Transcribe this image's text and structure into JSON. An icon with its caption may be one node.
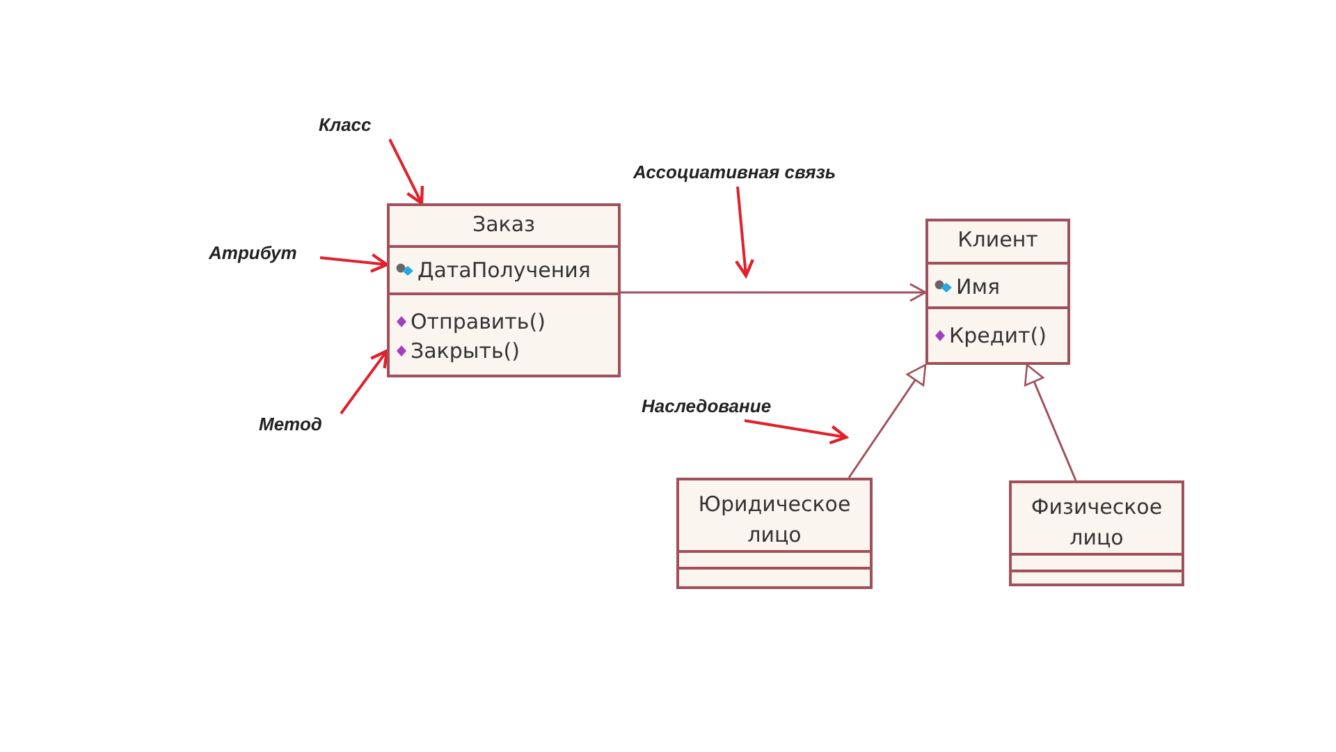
{
  "diagram": {
    "nodes": [
      {
        "text": [
          "Заказ"
        ]
      },
      {
        "text": [
          "ДатаПолучения"
        ],
        "in": 0
      },
      {
        "text": [
          "Отправить()",
          "Закрыть()"
        ],
        "in": 0
      },
      {
        "text": [
          "Клиент"
        ]
      },
      {
        "text": [
          "Имя"
        ],
        "in": 3
      },
      {
        "text": [
          "Кредит()"
        ],
        "in": 3
      },
      {
        "text": [
          "Юридическое лицо"
        ]
      },
      {
        "text": [
          "Физическое лицо"
        ]
      },
      {
        "text": [
          "Класс"
        ]
      },
      {
        "text": [
          "Атрибут"
        ]
      },
      {
        "text": [
          "Метод"
        ]
      },
      {
        "text": [
          "Ассоциативная связь"
        ]
      },
      {
        "text": [
          "Наследование"
        ]
      }
    ],
    "edges": [
      {
        "from": 0,
        "to": 3,
        "arrow": "to",
        "color": "#a0505a"
      },
      {
        "from": 6,
        "to": 3,
        "arrow": "to",
        "color": "#a0505a"
      },
      {
        "from": 7,
        "to": 3,
        "arrow": "to",
        "color": "#a0505a"
      },
      {
        "from": 8,
        "to": 0,
        "arrow": "to",
        "color": "#e0202a"
      },
      {
        "from": 9,
        "to": 1,
        "arrow": "to",
        "color": "#e0202a"
      },
      {
        "from": 10,
        "to": 2,
        "arrow": "to",
        "color": "#e0202a"
      },
      {
        "from": 11,
        "to": null,
        "arrow": "to",
        "color": "#e0202a"
      },
      {
        "from": 12,
        "to": null,
        "arrow": "to",
        "color": "#e0202a"
      }
    ]
  }
}
